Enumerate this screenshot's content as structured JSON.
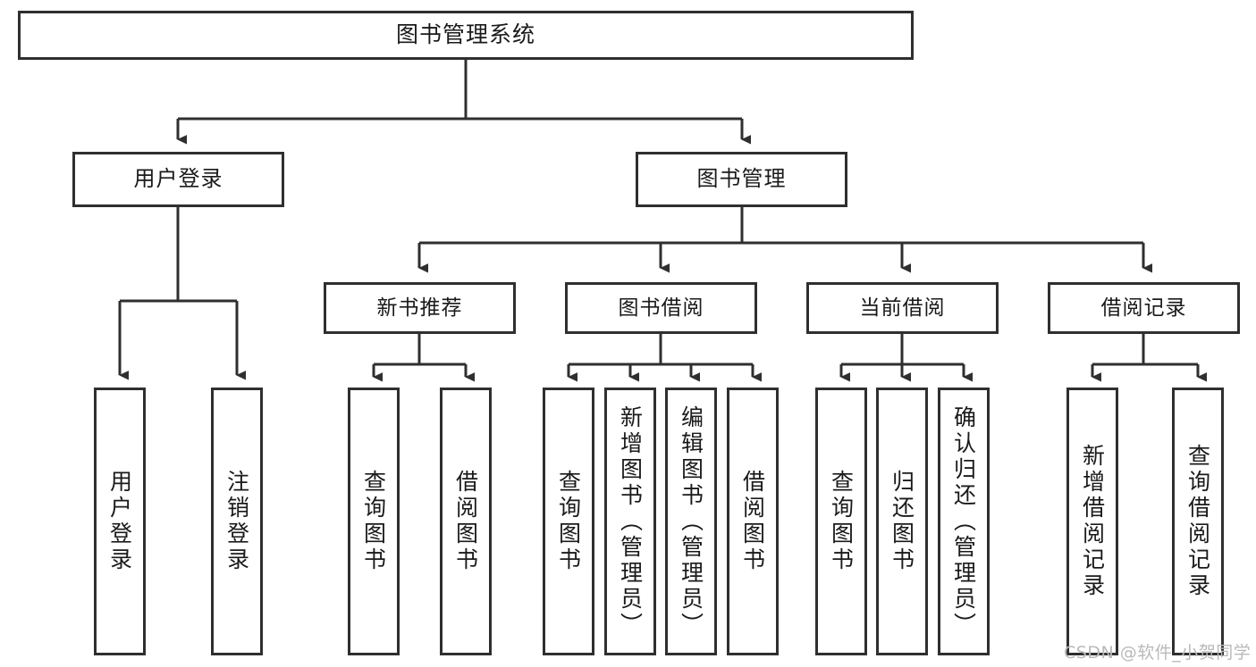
{
  "diagram": {
    "type": "tree-hierarchy-chart",
    "orientation": "top-down",
    "title": "图书管理系统",
    "colors": {
      "box_border": "#2f2f2f",
      "box_fill": "#ffffff",
      "connector": "#2f2f2f",
      "text": "#1a1a1a",
      "watermark": "#b9b9b9",
      "background": "#ffffff"
    },
    "root": {
      "label": "图书管理系统"
    },
    "level2": [
      {
        "label": "用户登录"
      },
      {
        "label": "图书管理"
      }
    ],
    "level3": [
      {
        "label": "新书推荐"
      },
      {
        "label": "图书借阅"
      },
      {
        "label": "当前借阅"
      },
      {
        "label": "借阅记录"
      }
    ],
    "leaves": {
      "user_login": [
        {
          "label": "用户登录"
        },
        {
          "label": "注销登录"
        }
      ],
      "new_book_recommend": [
        {
          "label": "查询图书"
        },
        {
          "label": "借阅图书"
        }
      ],
      "book_borrow": [
        {
          "label": "查询图书"
        },
        {
          "label": "新增图书（管理员）"
        },
        {
          "label": "编辑图书（管理员）"
        },
        {
          "label": "借阅图书"
        }
      ],
      "current_borrow": [
        {
          "label": "查询图书"
        },
        {
          "label": "归还图书"
        },
        {
          "label": "确认归还（管理员）"
        }
      ],
      "borrow_record": [
        {
          "label": "新增借阅记录"
        },
        {
          "label": "查询借阅记录"
        }
      ]
    }
  },
  "watermark": {
    "text": "CSDN @软件_小贺同学"
  }
}
